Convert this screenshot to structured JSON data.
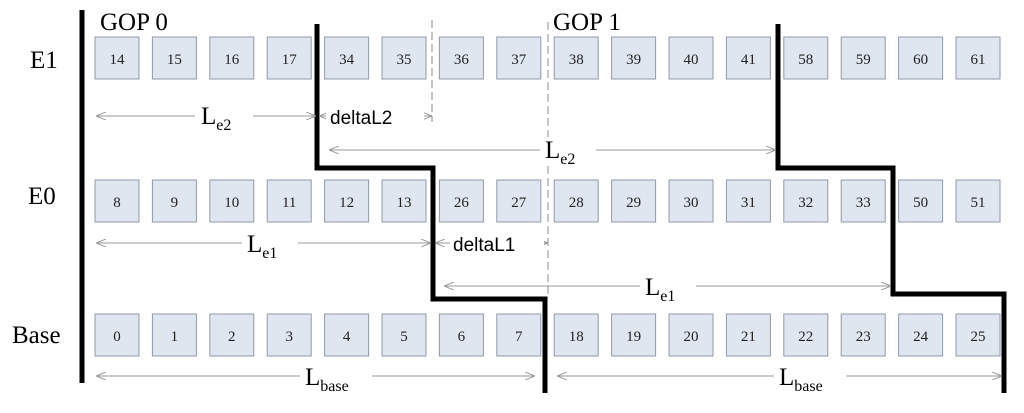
{
  "gop_labels": [
    "GOP 0",
    "GOP 1"
  ],
  "rows": [
    {
      "label": "E1",
      "frames": [
        "14",
        "15",
        "16",
        "17",
        "34",
        "35",
        "36",
        "37",
        "38",
        "39",
        "40",
        "41",
        "58",
        "59",
        "60",
        "61"
      ]
    },
    {
      "label": "E0",
      "frames": [
        "8",
        "9",
        "10",
        "11",
        "12",
        "13",
        "26",
        "27",
        "28",
        "29",
        "30",
        "31",
        "32",
        "33",
        "50",
        "51"
      ]
    },
    {
      "label": "Base",
      "frames": [
        "0",
        "1",
        "2",
        "3",
        "4",
        "5",
        "6",
        "7",
        "18",
        "19",
        "20",
        "21",
        "22",
        "23",
        "24",
        "25"
      ]
    }
  ],
  "spans": {
    "le2_a": {
      "main": "L",
      "sub": "e2"
    },
    "delta_l2": {
      "main": "deltaL2",
      "sub": ""
    },
    "le2_b": {
      "main": "L",
      "sub": "e2"
    },
    "le1_a": {
      "main": "L",
      "sub": "e1"
    },
    "delta_l1": {
      "main": "deltaL1",
      "sub": ""
    },
    "le1_b": {
      "main": "L",
      "sub": "e1"
    },
    "lbase_a": {
      "main": "L",
      "sub": "base"
    },
    "lbase_b": {
      "main": "L",
      "sub": "base"
    }
  },
  "colors": {
    "box_fill": "#dfe6ef",
    "box_stroke": "#8f9aaa",
    "boundary": "#000000",
    "arrow": "#9a9a9a",
    "dashed": "#888888"
  }
}
